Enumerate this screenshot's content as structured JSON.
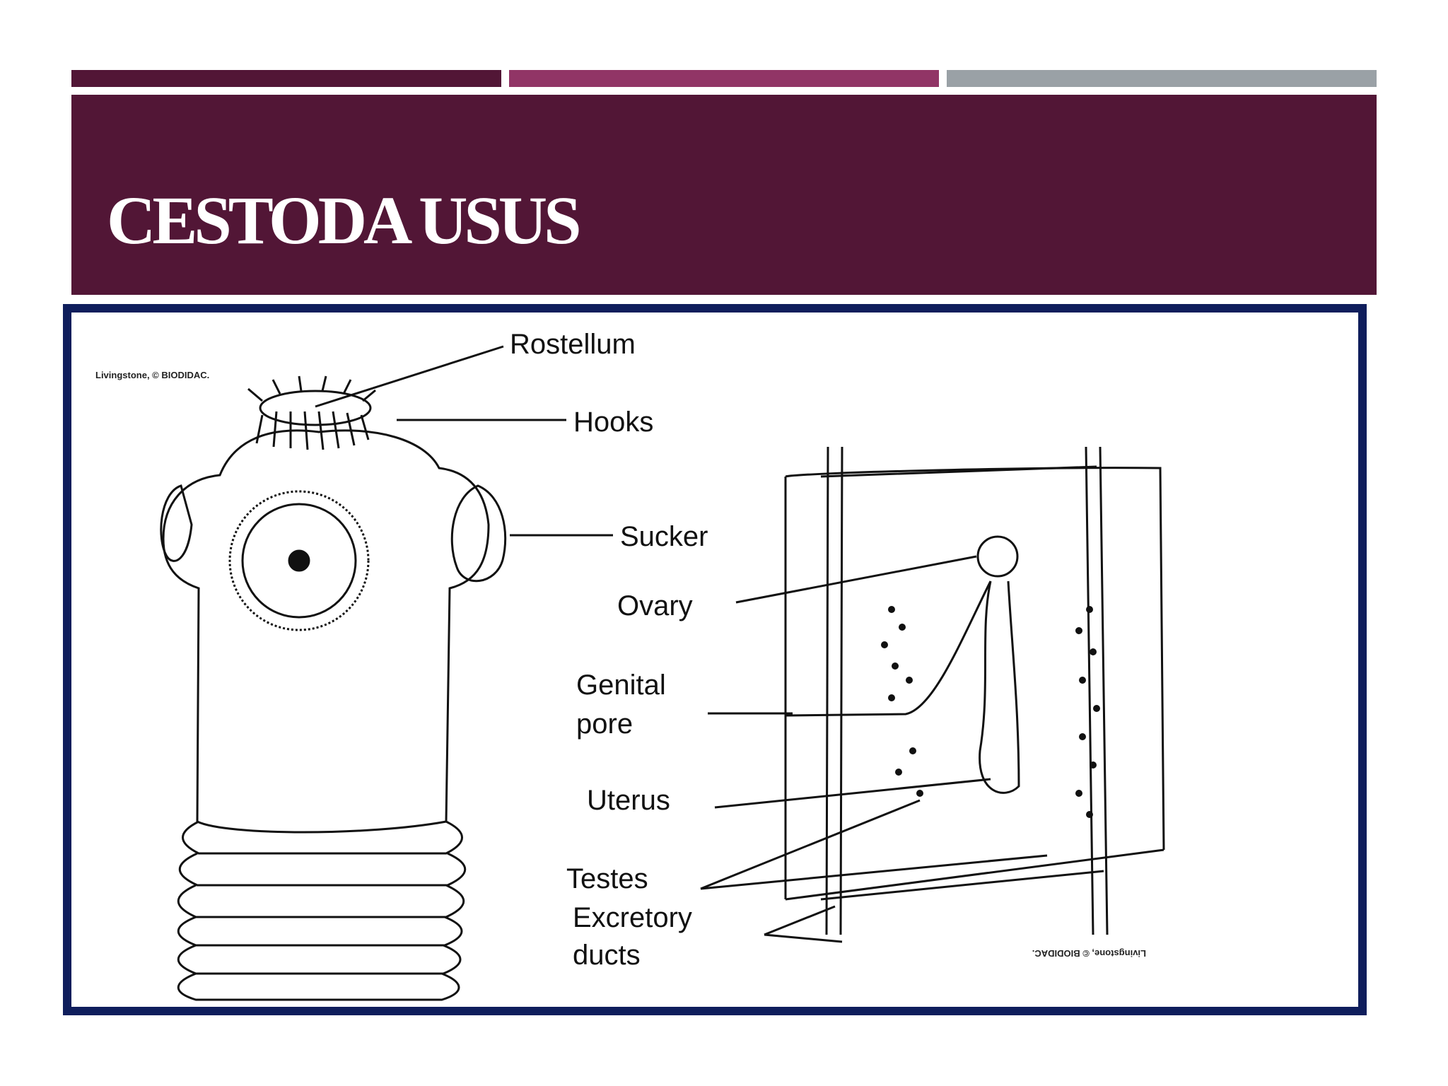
{
  "slide": {
    "title": "CESTODA USUS",
    "colors": {
      "header": "#521636",
      "accent": "#913566",
      "gray": "#9aa1a6",
      "frame": "#0f1e5c"
    }
  },
  "figure": {
    "credit_left": "Livingstone, © BIODIDAC.",
    "credit_right": "Livingstone, © BIODIDAC.",
    "labels": {
      "rostellum": "Rostellum",
      "hooks": "Hooks",
      "sucker": "Sucker",
      "ovary": "Ovary",
      "genital_1": "Genital",
      "genital_2": "pore",
      "uterus": "Uterus",
      "testes": "Testes",
      "excretory_1": "Excretory",
      "excretory_2": "ducts"
    }
  }
}
